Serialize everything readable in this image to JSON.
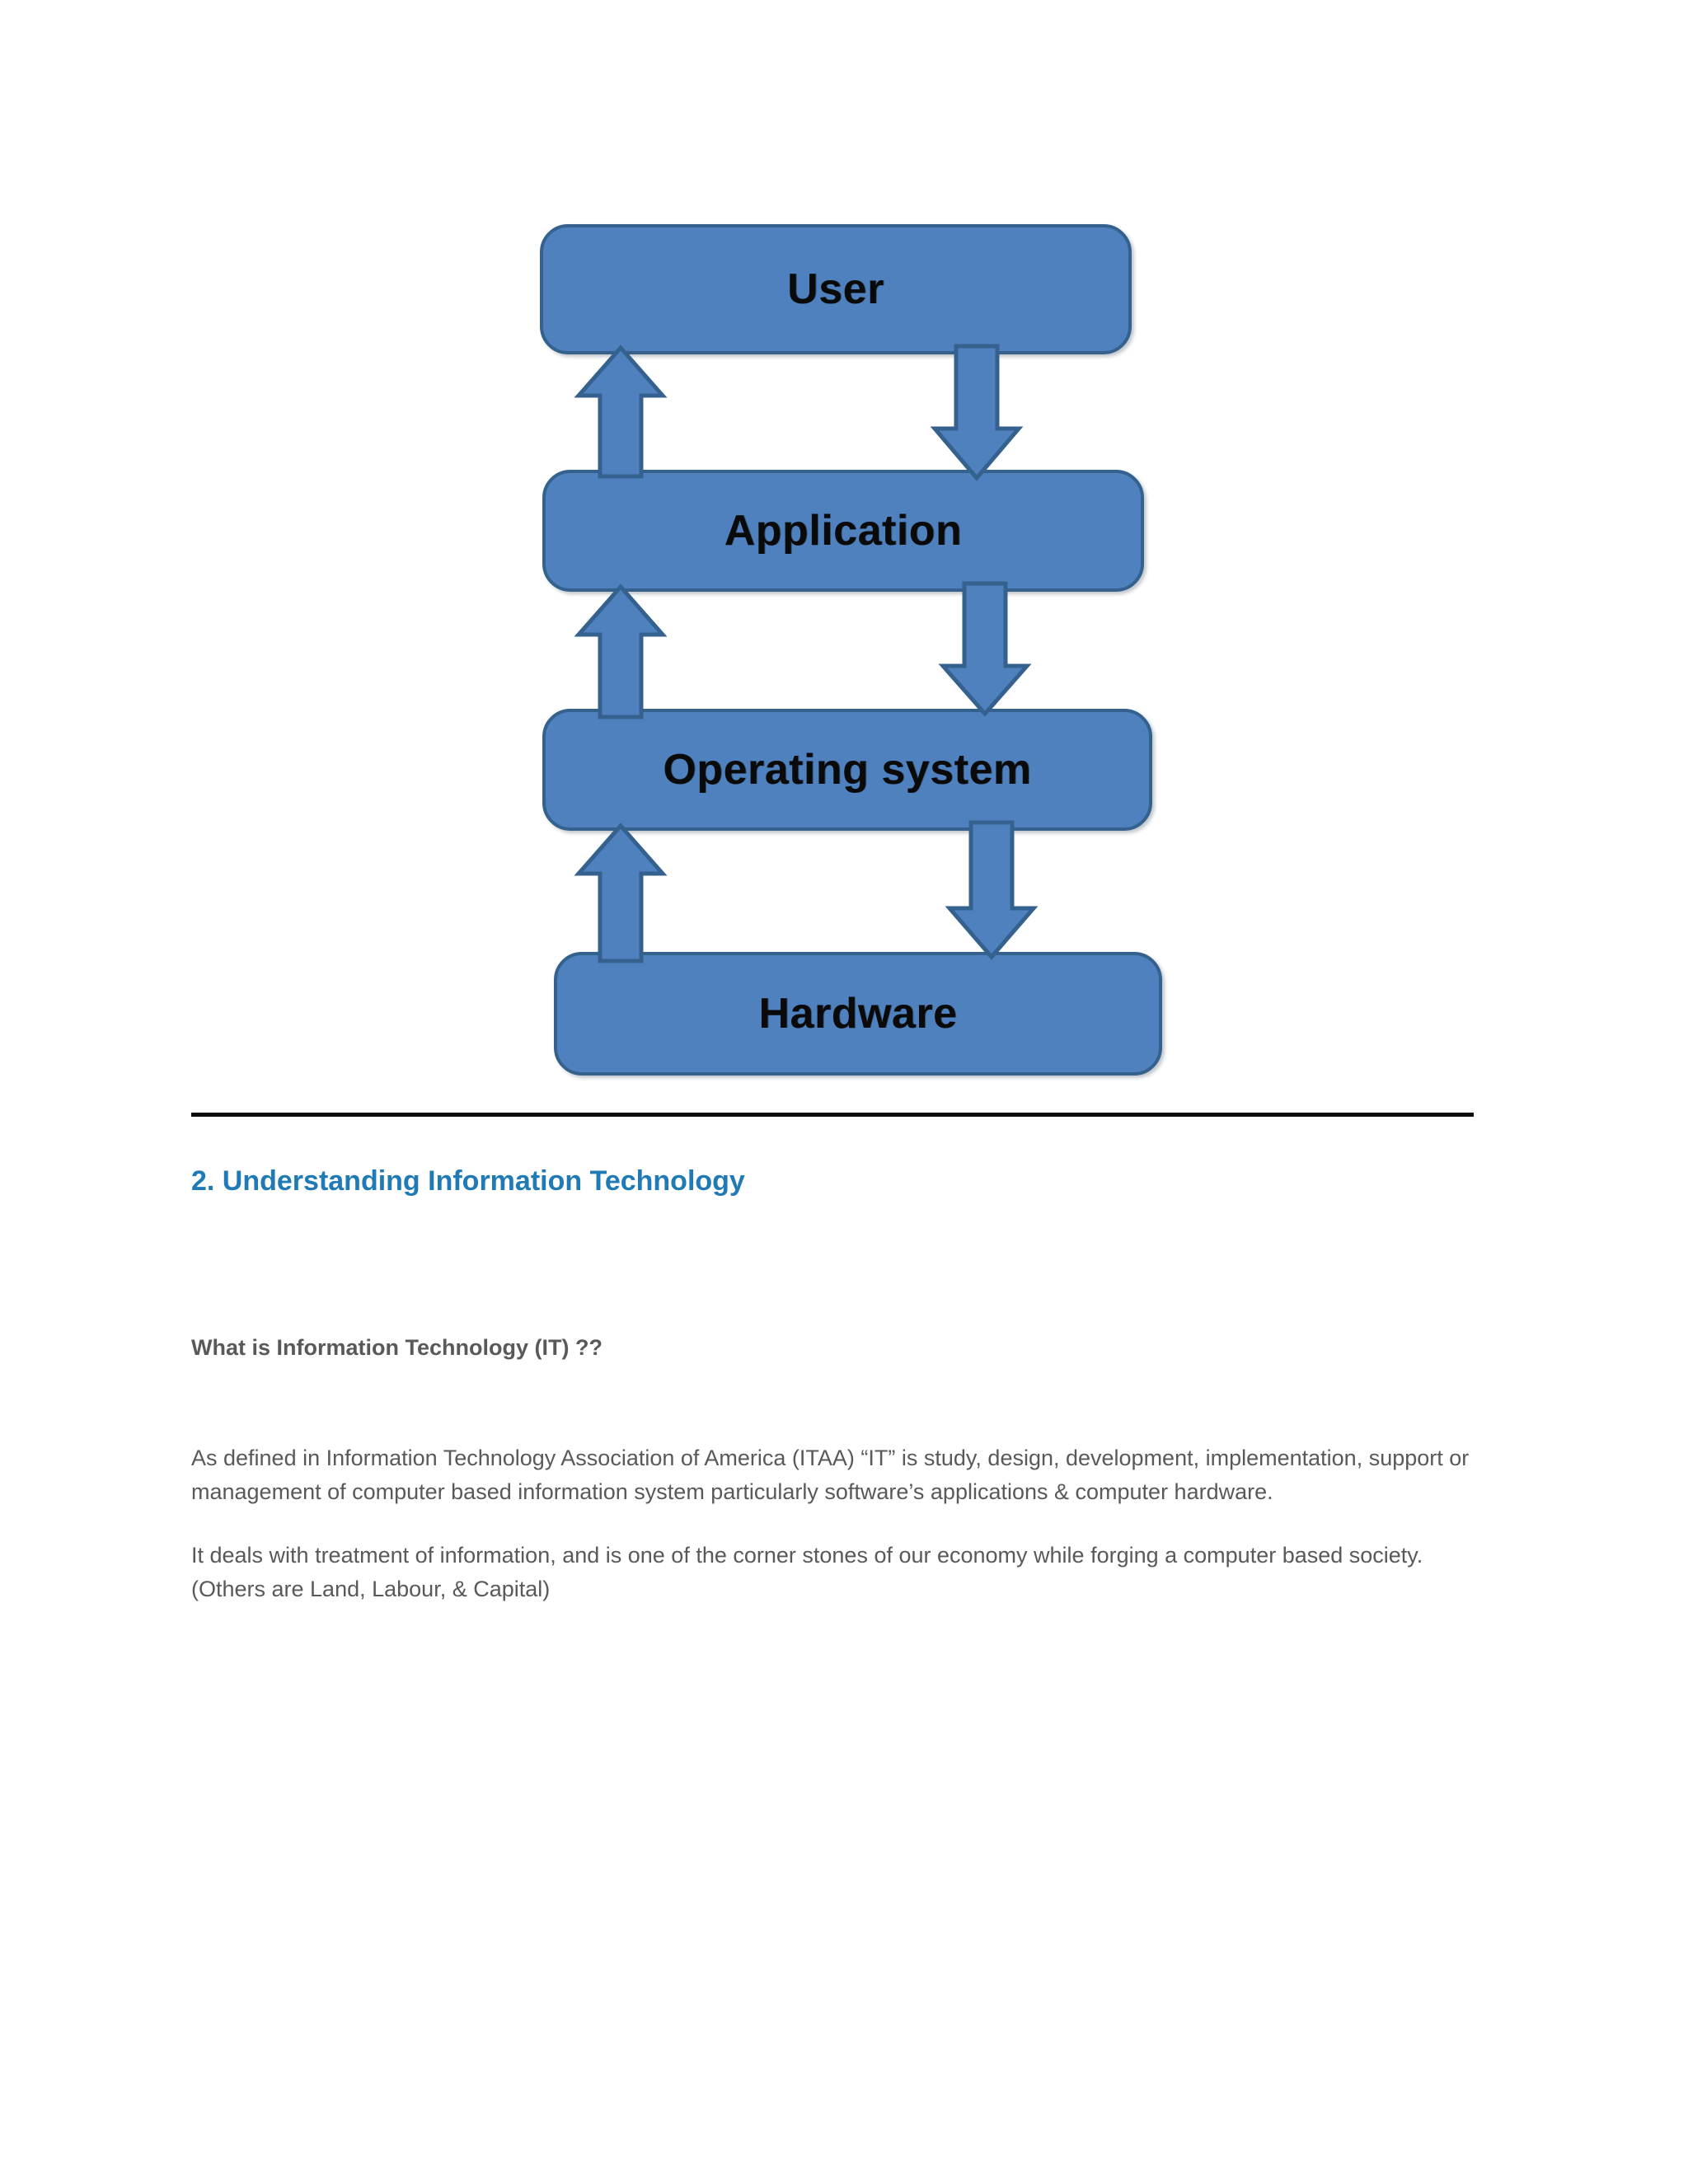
{
  "document": {
    "diagram": {
      "name": "computer-system-layers",
      "box_fill": "#4E81BD",
      "box_border": "#35618F",
      "arrow_fill": "#4E81BD",
      "arrow_border": "#35618F",
      "layers": [
        {
          "label": "User"
        },
        {
          "label": "Application"
        },
        {
          "label": "Operating system"
        },
        {
          "label": "Hardware"
        }
      ],
      "connectors": [
        {
          "direction": "up",
          "from": "Application",
          "to": "User"
        },
        {
          "direction": "down",
          "from": "User",
          "to": "Application"
        },
        {
          "direction": "up",
          "from": "Operating system",
          "to": "Application"
        },
        {
          "direction": "down",
          "from": "Application",
          "to": "Operating system"
        },
        {
          "direction": "up",
          "from": "Hardware",
          "to": "Operating system"
        },
        {
          "direction": "down",
          "from": "Operating system",
          "to": "Hardware"
        }
      ]
    },
    "section": {
      "heading": "2. Understanding Information Technology",
      "heading_color": "#1F7AB5",
      "sub_heading": "What is Information Technology (IT) ??",
      "paragraphs": [
        "As defined in Information Technology Association of America (ITAA) “IT” is study, design, development, implementation, support or management of computer based information system particularly software’s applications & computer hardware.",
        "It deals with treatment of information, and is one of the corner stones of our economy while forging a computer based society. (Others are Land, Labour, & Capital)"
      ]
    }
  }
}
